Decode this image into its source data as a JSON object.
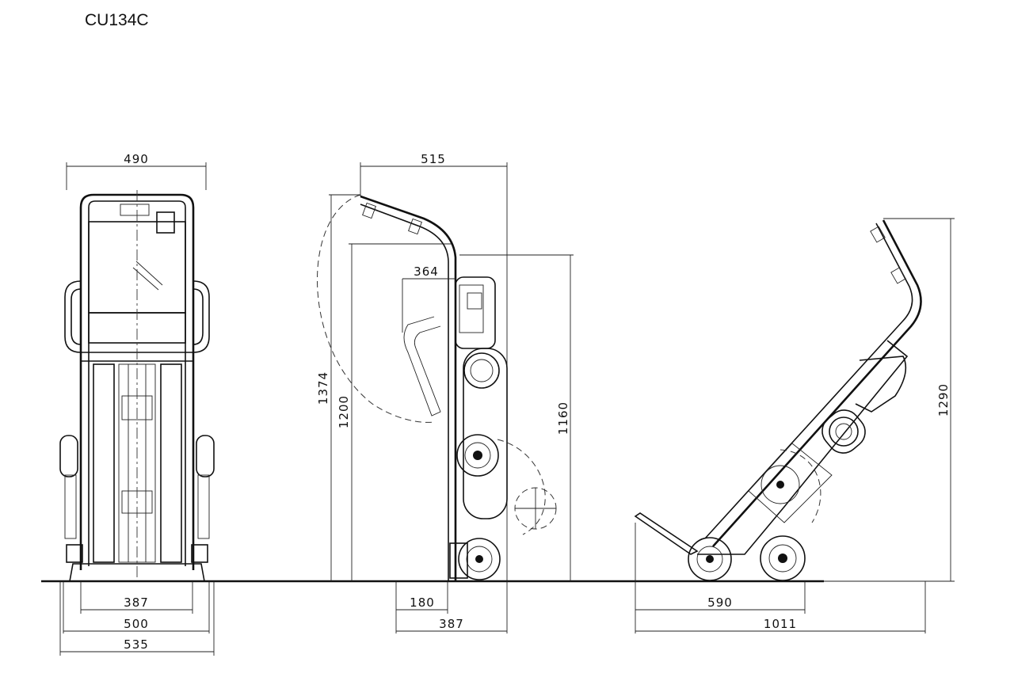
{
  "title": "CU134C",
  "front_view": {
    "top_width": "490",
    "base_inner": "387",
    "base_mid": "500",
    "base_outer": "535"
  },
  "side_view": {
    "top_depth": "515",
    "handle_offset": "364",
    "height_folded": "1374",
    "height_handle": "1200",
    "height_body": "1160",
    "foot": "180",
    "depth": "387"
  },
  "tilted_view": {
    "height": "1290",
    "wheelbase": "590",
    "length": "1011"
  }
}
